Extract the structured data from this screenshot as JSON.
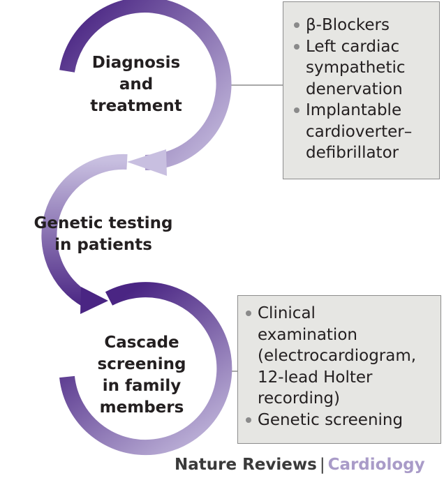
{
  "stages": [
    {
      "lines": [
        "Diagnosis",
        "and",
        "treatment"
      ]
    },
    {
      "lines": [
        "Genetic testing",
        "in patients"
      ]
    },
    {
      "lines": [
        "Cascade",
        "screening",
        "in family",
        "members"
      ]
    }
  ],
  "boxes": {
    "treatment": [
      {
        "lines": [
          "β-Blockers"
        ]
      },
      {
        "lines": [
          "Left cardiac",
          "sympathetic",
          "denervation"
        ]
      },
      {
        "lines": [
          "Implantable",
          "cardioverter–",
          "defibrillator"
        ]
      }
    ],
    "screening": [
      {
        "lines": [
          "Clinical",
          "examination",
          "(electrocardiogram,",
          "12-lead Holter",
          "recording)"
        ]
      },
      {
        "lines": [
          "Genetic screening"
        ]
      }
    ]
  },
  "branding": {
    "journal": "Nature Reviews",
    "separator": "|",
    "field": "Cardiology"
  },
  "colors": {
    "arc_dark": "#4a2583",
    "arc_light": "#c8bfe0",
    "box_fill": "#e6e6e3",
    "box_border": "#8c8c8c",
    "brand_accent": "#a99bc8"
  }
}
